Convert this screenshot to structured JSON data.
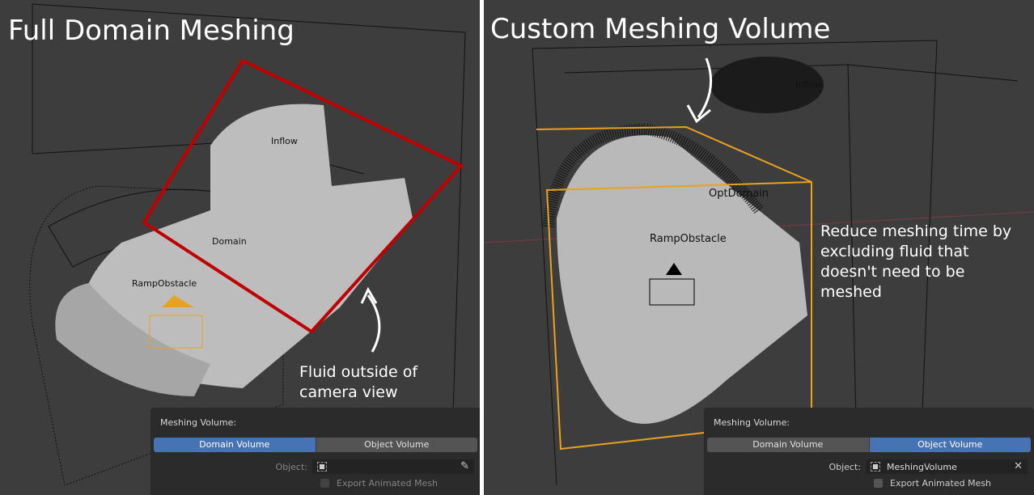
{
  "left": {
    "title": "Full Domain Meshing",
    "note": "Fluid outside of camera view",
    "object_labels": [
      "Inflow",
      "Domain",
      "RampObstacle"
    ],
    "highlight_color": "#c00000",
    "panel": {
      "header": "Meshing Volume:",
      "options": [
        "Domain Volume",
        "Object Volume"
      ],
      "selected": "Domain Volume",
      "object_label": "Object:",
      "object_value": "",
      "object_action_icon": "eyedropper-icon",
      "export_label": "Export Animated Mesh",
      "export_checked": false
    }
  },
  "right": {
    "title": "Custom Meshing Volume",
    "note": "Reduce meshing time by excluding fluid that doesn't need to be meshed",
    "object_labels": [
      "Inflow",
      "OptDomain",
      "RampObstacle"
    ],
    "selection_color": "#e8a21f",
    "panel": {
      "header": "Meshing Volume:",
      "options": [
        "Domain Volume",
        "Object Volume"
      ],
      "selected": "Object Volume",
      "object_label": "Object:",
      "object_value": "MeshingVolume",
      "object_action_icon": "clear-x-icon",
      "export_label": "Export Animated Mesh",
      "export_checked": false
    }
  },
  "accent_color": "#4772b3"
}
